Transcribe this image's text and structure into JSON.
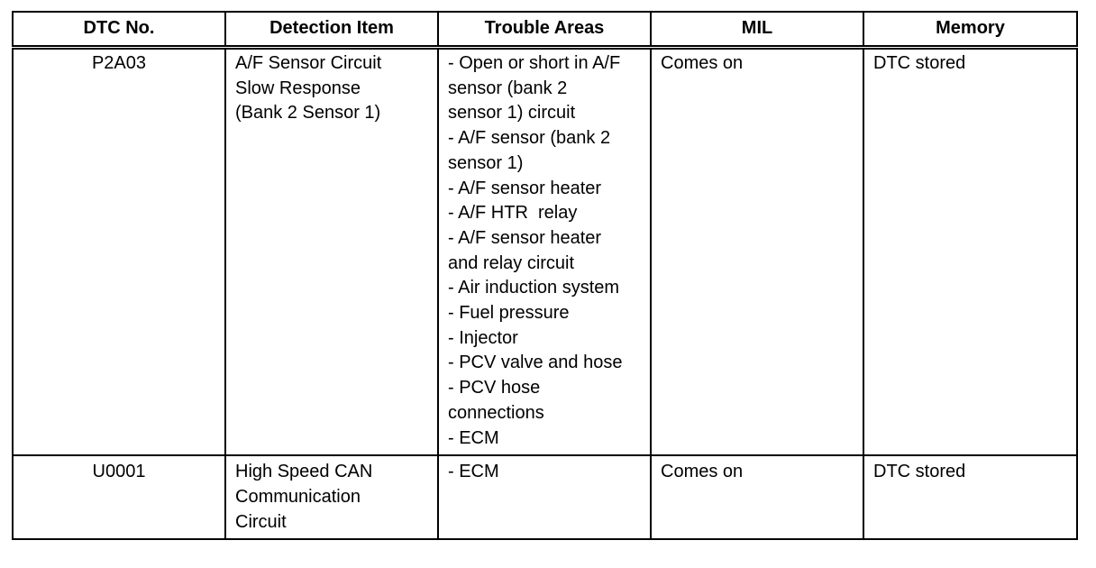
{
  "table": {
    "headers": [
      "DTC No.",
      "Detection Item",
      "Trouble Areas",
      "MIL",
      "Memory"
    ],
    "rows": [
      {
        "dtc_no": "P2A03",
        "detection_item": [
          "A/F Sensor Circuit",
          "Slow Response",
          "(Bank 2 Sensor 1)"
        ],
        "trouble_areas": [
          "- Open or short in A/F",
          "sensor (bank 2",
          "sensor 1) circuit",
          "- A/F sensor (bank 2",
          "sensor 1)",
          "- A/F sensor heater",
          "- A/F HTR  relay",
          "- A/F sensor heater",
          "and relay circuit",
          "- Air induction system",
          "- Fuel pressure",
          "- Injector",
          "- PCV valve and hose",
          "- PCV hose",
          "connections",
          "- ECM"
        ],
        "mil": "Comes on",
        "memory": "DTC stored"
      },
      {
        "dtc_no": "U0001",
        "detection_item": [
          "High Speed CAN",
          "Communication",
          "Circuit"
        ],
        "trouble_areas": [
          "- ECM"
        ],
        "mil": "Comes on",
        "memory": "DTC stored"
      }
    ]
  }
}
